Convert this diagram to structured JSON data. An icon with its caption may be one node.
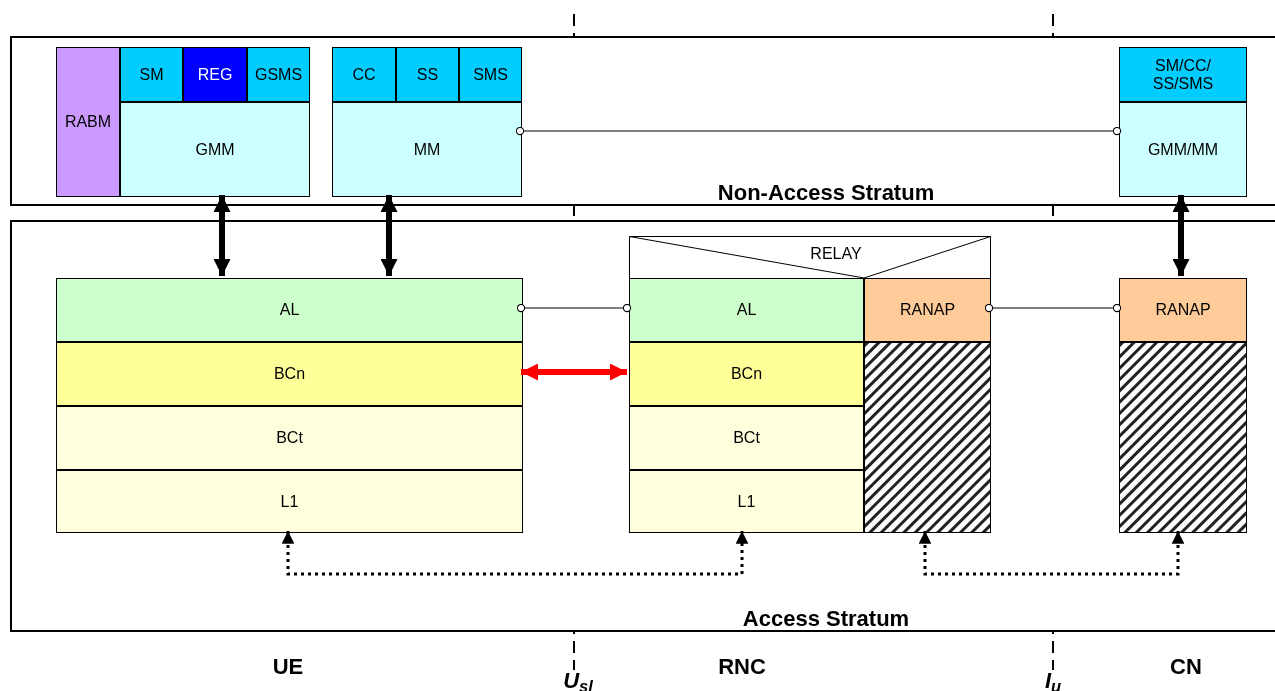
{
  "diagram": {
    "nodes": [
      {
        "text": [
          "Non-Access Stratum"
        ]
      },
      {
        "text": [
          "Access Stratum"
        ]
      },
      {
        "text": [
          "RABM"
        ],
        "in": 0
      },
      {
        "text": [
          "SM"
        ],
        "in": 0
      },
      {
        "text": [
          "REG"
        ],
        "in": 0
      },
      {
        "text": [
          "GSMS"
        ],
        "in": 0
      },
      {
        "text": [
          "GMM"
        ],
        "in": 0
      },
      {
        "text": [
          "CC"
        ],
        "in": 0
      },
      {
        "text": [
          "SS"
        ],
        "in": 0
      },
      {
        "text": [
          "SMS"
        ],
        "in": 0
      },
      {
        "text": [
          "MM"
        ],
        "in": 0
      },
      {
        "text": [
          "SM/CC/ SS/SMS"
        ],
        "in": 0
      },
      {
        "text": [
          "GMM/MM"
        ],
        "in": 0
      },
      {
        "text": [
          "AL"
        ],
        "in": 1
      },
      {
        "text": [
          "BCn"
        ],
        "in": 1
      },
      {
        "text": [
          "BCt"
        ],
        "in": 1
      },
      {
        "text": [
          "L1"
        ],
        "in": 1
      },
      {
        "text": [
          "RELAY"
        ],
        "in": 1
      },
      {
        "text": [
          "AL"
        ],
        "in": 1
      },
      {
        "text": [
          "BCn"
        ],
        "in": 1
      },
      {
        "text": [
          "BCt"
        ],
        "in": 1
      },
      {
        "text": [
          "L1"
        ],
        "in": 1
      },
      {
        "text": [
          "RANAP"
        ],
        "in": 1
      },
      {
        "text": [],
        "shape": "box",
        "in": 1
      },
      {
        "text": [
          "RANAP"
        ],
        "in": 1
      },
      {
        "text": [],
        "shape": "box",
        "in": 1
      }
    ],
    "edges": [
      {
        "from": 6,
        "to": 13,
        "arrow": "both",
        "style": "thick"
      },
      {
        "from": 10,
        "to": 13,
        "arrow": "both",
        "style": "thick"
      },
      {
        "from": 12,
        "to": 24,
        "arrow": "both",
        "style": "thick"
      },
      {
        "from": 10,
        "to": 12,
        "arrow": "other"
      },
      {
        "from": 13,
        "to": 18,
        "arrow": "other"
      },
      {
        "from": 22,
        "to": 24,
        "arrow": "other"
      },
      {
        "from": 14,
        "to": 19,
        "arrow": "both",
        "style": "thick",
        "color": "#ff0000"
      },
      {
        "from": 16,
        "to": 21,
        "arrow": "both",
        "style": "dashed"
      },
      {
        "from": 23,
        "to": 25,
        "arrow": "both",
        "style": "dashed"
      }
    ],
    "labels": [
      "UE",
      "U$_{sl}$",
      "RNC",
      "I$_{u}$",
      "CN"
    ]
  }
}
